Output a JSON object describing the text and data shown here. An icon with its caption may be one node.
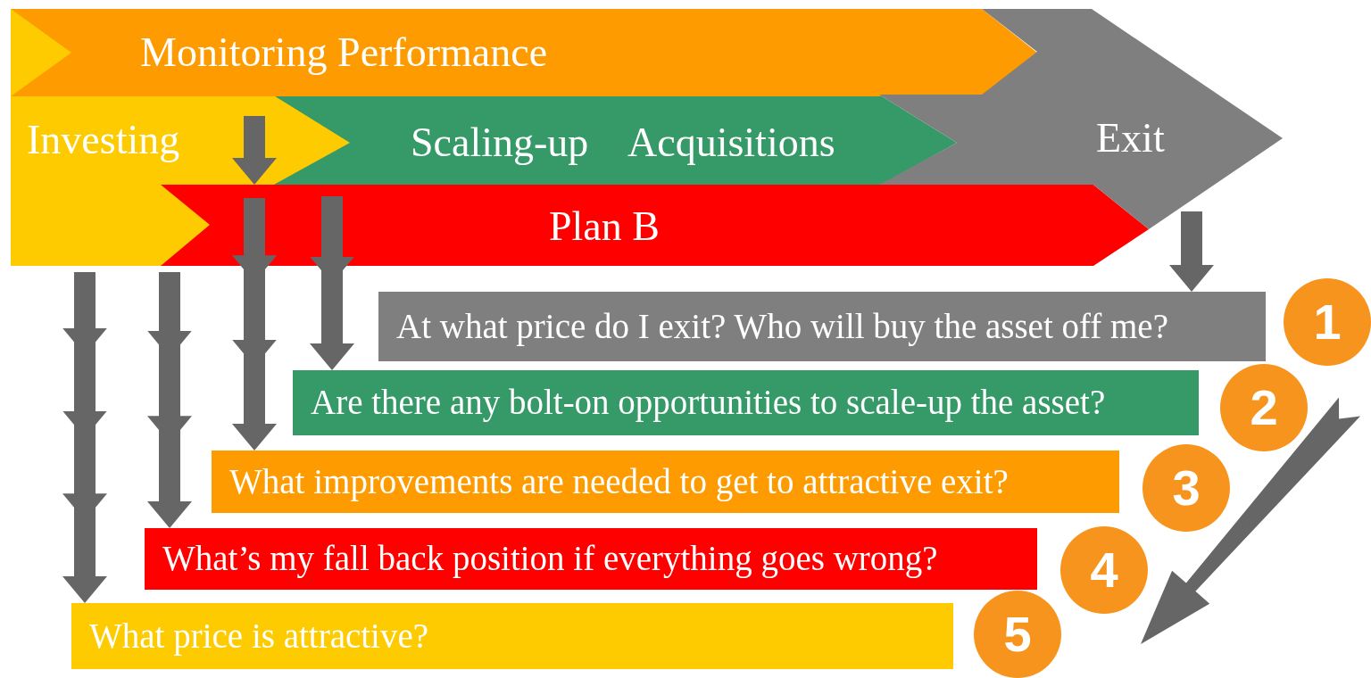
{
  "diagram": {
    "nodes": [
      {
        "text": [
          "Monitoring Performance"
        ]
      },
      {
        "text": [
          "Investing"
        ]
      },
      {
        "text": [
          "Scaling-up",
          "Acquisitions"
        ]
      },
      {
        "text": [
          "Exit"
        ]
      },
      {
        "text": [
          "Plan B"
        ]
      },
      {
        "text": [
          "At what price do I exit? Who will buy the asset off me?"
        ]
      },
      {
        "text": [
          "Are there any bolt-on opportunities to scale-up the asset?"
        ]
      },
      {
        "text": [
          "What improvements are needed to get to attractive exit?"
        ]
      },
      {
        "text": [
          "What’s my fall back position if everything goes wrong?"
        ]
      },
      {
        "text": [
          "What price is attractive?"
        ]
      },
      {
        "text": [
          "1"
        ]
      },
      {
        "text": [
          "2"
        ]
      },
      {
        "text": [
          "3"
        ]
      },
      {
        "text": [
          "4"
        ]
      },
      {
        "text": [
          "5"
        ]
      }
    ],
    "edges": [
      {
        "from": 3,
        "to": 5,
        "arrow": "to"
      },
      {
        "from": 4,
        "to": 6,
        "arrow": "to"
      },
      {
        "from": 1,
        "to": 4,
        "arrow": "to"
      },
      {
        "from": 4,
        "to": 7,
        "arrow": "to"
      },
      {
        "from": 4,
        "to": 8,
        "arrow": "to"
      },
      {
        "from": 1,
        "to": 9,
        "arrow": "to"
      }
    ]
  }
}
